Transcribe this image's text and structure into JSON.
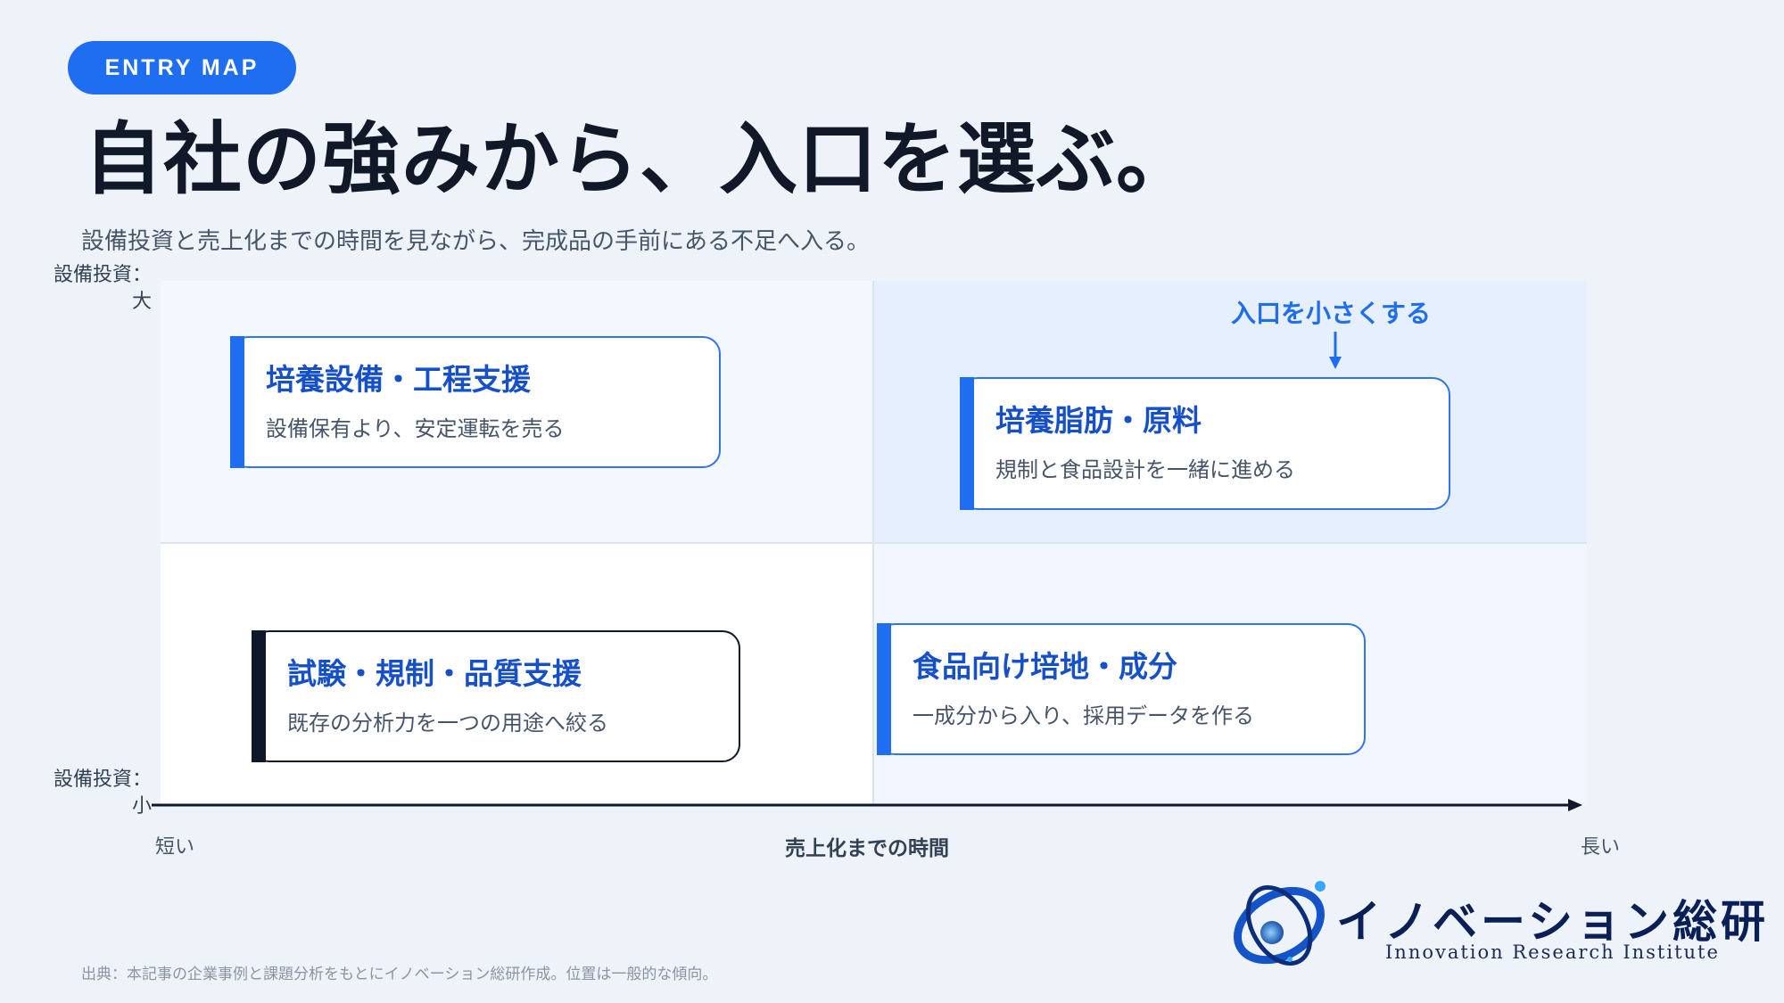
{
  "header": {
    "tag": "ENTRY MAP",
    "title": "自社の強みから、入口を選ぶ。",
    "subtitle": "設備投資と売上化までの時間を見ながら、完成品の手前にある不足へ入る。"
  },
  "axes": {
    "y_top": [
      "設備投資：",
      "大"
    ],
    "y_bottom": [
      "設備投資：",
      "小"
    ],
    "x_start": "短い",
    "x_end": "長い",
    "x_label": "売上化までの時間"
  },
  "cards": [
    {
      "title": "培養設備・工程支援",
      "desc": "設備保有より、安定運転を売る",
      "style": "blue"
    },
    {
      "title": "培養脂肪・原料",
      "desc": "規制と食品設計を一緒に進める",
      "style": "blue"
    },
    {
      "title": "試験・規制・品質支援",
      "desc": "既存の分析力を一つの用途へ絞る",
      "style": "dark"
    },
    {
      "title": "食品向け培地・成分",
      "desc": "一成分から入り、採用データを作る",
      "style": "blue"
    }
  ],
  "callout": "入口を小さくする",
  "logo": {
    "jp": "イノベーション総研",
    "en": "Innovation Research Institute"
  },
  "source": "出典：本記事の企業事例と課題分析をもとにイノベーション総研作成。位置は一般的な傾向。",
  "colors": {
    "accent": "#1f6df0",
    "title_blue": "#1650c9",
    "dark": "#0f172a",
    "background": "#eef3fa"
  }
}
